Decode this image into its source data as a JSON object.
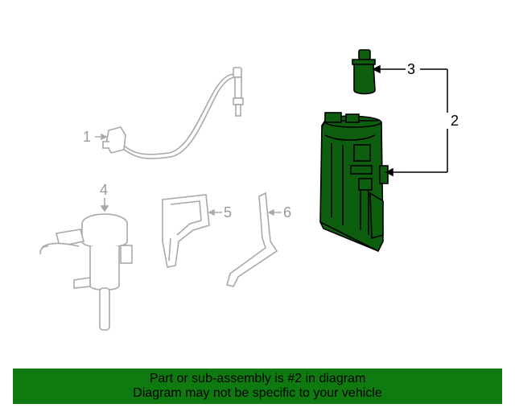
{
  "callouts": {
    "part1": "1",
    "part2": "2",
    "part3": "3",
    "part4": "4",
    "part5": "5",
    "part6": "6"
  },
  "banner": {
    "line1": "Part or sub-assembly is #2 in diagram",
    "line2": "Diagram may not be specific to your vehicle"
  },
  "colors": {
    "highlight_part": "#0e5e10",
    "banner_bg": "#0f7a0f",
    "dim_part": "#a8a8a8"
  }
}
